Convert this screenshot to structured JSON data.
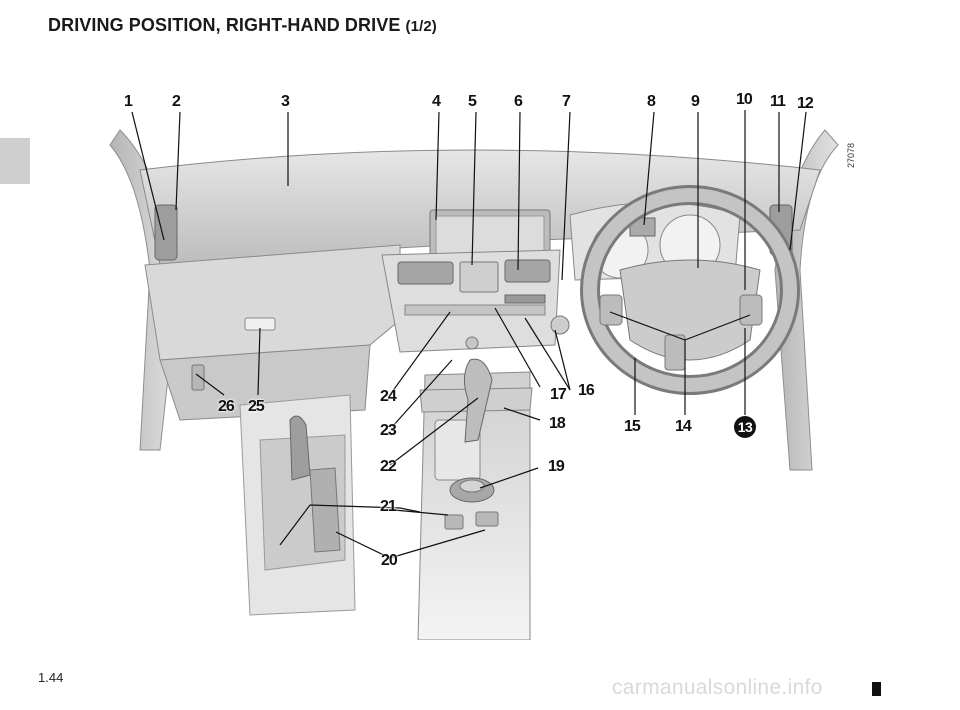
{
  "page": {
    "title": "DRIVING POSITION, RIGHT-HAND DRIVE",
    "title_part": "(1/2)",
    "page_number": "1.44",
    "watermark": "carmanualsonline.info"
  },
  "figure": {
    "ref_code": "27078",
    "callouts": [
      "1",
      "2",
      "3",
      "4",
      "5",
      "6",
      "7",
      "8",
      "9",
      "10",
      "11",
      "12",
      "13",
      "14",
      "15",
      "16",
      "17",
      "18",
      "19",
      "20",
      "21",
      "22",
      "23",
      "24",
      "25",
      "26"
    ]
  },
  "colors": {
    "dashboard": "#d6d6d6",
    "shadow": "#a9a9a9",
    "accent": "#111111"
  }
}
